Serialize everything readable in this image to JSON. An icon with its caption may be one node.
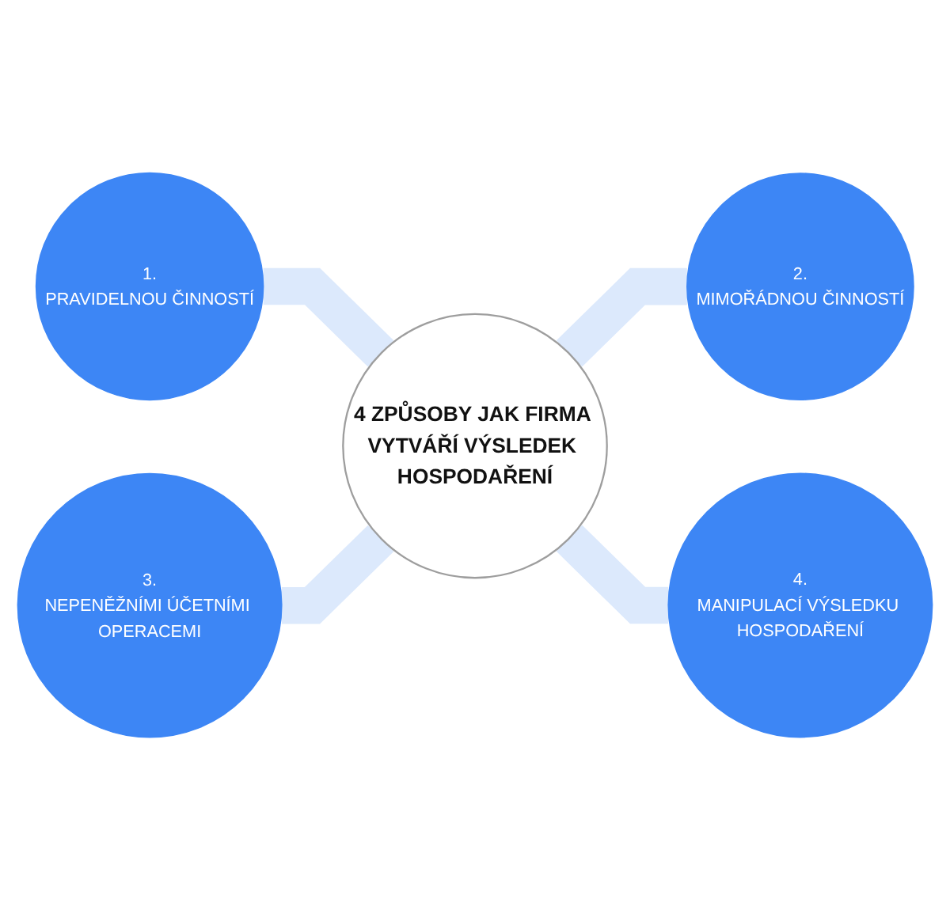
{
  "diagram": {
    "nodes": [
      {
        "text": [
          "4 ZPŮSOBY JAK FIRMA VYTVÁŘÍ VÝSLEDEK HOSPODAŘENÍ"
        ]
      },
      {
        "text": [
          "1.",
          "PRAVIDELNOU ČINNOSTÍ"
        ]
      },
      {
        "text": [
          "2.",
          "MIMOŘÁDNOU ČINNOSTÍ"
        ]
      },
      {
        "text": [
          "3.",
          "NEPENĚŽNÍMI ÚČETNÍMI OPERACEMI"
        ]
      },
      {
        "text": [
          "4.",
          "MANIPULACÍ VÝSLEDKU HOSPODAŘENÍ"
        ]
      }
    ],
    "edges": [
      {
        "from": 1,
        "to": 0,
        "arrow": "none"
      },
      {
        "from": 0,
        "to": 2,
        "arrow": "none"
      },
      {
        "from": 3,
        "to": 0,
        "arrow": "none"
      },
      {
        "from": 0,
        "to": 4,
        "arrow": "none"
      }
    ]
  }
}
